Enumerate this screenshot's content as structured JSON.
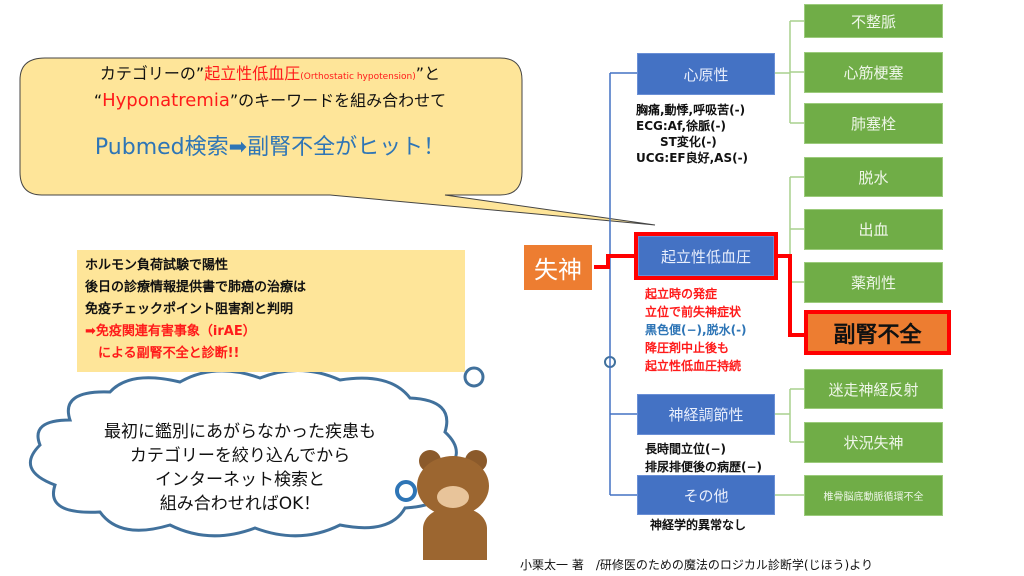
{
  "bubble": {
    "l1_a": "カテゴリーの”",
    "l1_b": "起立性低血圧",
    "l1_c": "(Orthostatic hypotension)",
    "l1_d": "”と",
    "l2_a": "“",
    "l2_b": "Hyponatremia",
    "l2_c": "”のキーワードを組み合わせて",
    "l3": "Pubmed検索➡副腎不全がヒット！"
  },
  "case_box": {
    "lines": [
      "ホルモン負荷試験で陽性",
      "後日の診療情報提供書で肺癌の治療は",
      "免疫チェックポイント阻害剤と判明"
    ],
    "red_lines": [
      "➡免疫関連有害事象（irAE）",
      "　による副腎不全と診断!!"
    ]
  },
  "cloud": {
    "lines": [
      "最初に鑑別にあがらなかった疾患も",
      "カテゴリーを絞り込んでから",
      "インターネット検索と",
      "組み合わせればOK！"
    ]
  },
  "tree": {
    "root": "失神",
    "categories": [
      {
        "label": "心原性",
        "notes": [
          "胸痛,動悸,呼吸苦(-)",
          "ECG:Af,徐脈(-)",
          "　　ST変化(-)",
          "UCG:EF良好,AS(-)"
        ]
      },
      {
        "label": "起立性低血圧",
        "notes_red1": [
          "起立時の発症",
          "立位で前失神症状"
        ],
        "notes_blue": "黒色便(−),脱水(-)",
        "notes_red2": [
          "降圧剤中止後も",
          "起立性低血圧持続"
        ]
      },
      {
        "label": "神経調節性",
        "notes": [
          "長時間立位(−)",
          "排尿排便後の病歴(−)"
        ]
      },
      {
        "label": "その他",
        "notes": [
          "神経学的異常なし"
        ]
      }
    ],
    "leaves": [
      "不整脈",
      "心筋梗塞",
      "肺塞栓",
      "脱水",
      "出血",
      "薬剤性",
      "迷走神経反射",
      "状況失神",
      "椎骨脳底動脈循環不全"
    ],
    "answer": "副腎不全"
  },
  "footer": "小栗太一 著　/研修医のための魔法のロジカル診断学(じほう)より"
}
